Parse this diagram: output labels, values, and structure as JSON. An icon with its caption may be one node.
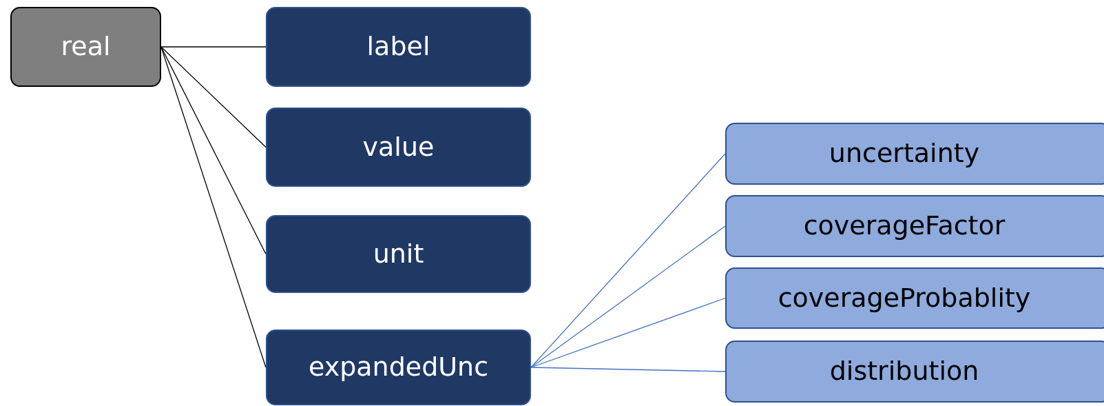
{
  "diagram": {
    "nodes": [
      {
        "text": [
          "real"
        ]
      },
      {
        "text": [
          "label"
        ]
      },
      {
        "text": [
          "value"
        ]
      },
      {
        "text": [
          "unit"
        ]
      },
      {
        "text": [
          "expandedUnc"
        ]
      },
      {
        "text": [
          "uncertainty"
        ]
      },
      {
        "text": [
          "coverageFactor"
        ]
      },
      {
        "text": [
          "coverageProbablity"
        ]
      },
      {
        "text": [
          "distribution"
        ]
      }
    ],
    "edges": [
      {
        "from": 0,
        "to": 1,
        "arrow": "none"
      },
      {
        "from": 0,
        "to": 2,
        "arrow": "none"
      },
      {
        "from": 0,
        "to": 3,
        "arrow": "none"
      },
      {
        "from": 0,
        "to": 4,
        "arrow": "none"
      },
      {
        "from": 4,
        "to": 5,
        "arrow": "none",
        "color": "#4472c4"
      },
      {
        "from": 4,
        "to": 6,
        "arrow": "none",
        "color": "#4472c4"
      },
      {
        "from": 4,
        "to": 7,
        "arrow": "none",
        "color": "#4472c4"
      },
      {
        "from": 4,
        "to": 8,
        "arrow": "none",
        "color": "#4472c4"
      }
    ]
  }
}
